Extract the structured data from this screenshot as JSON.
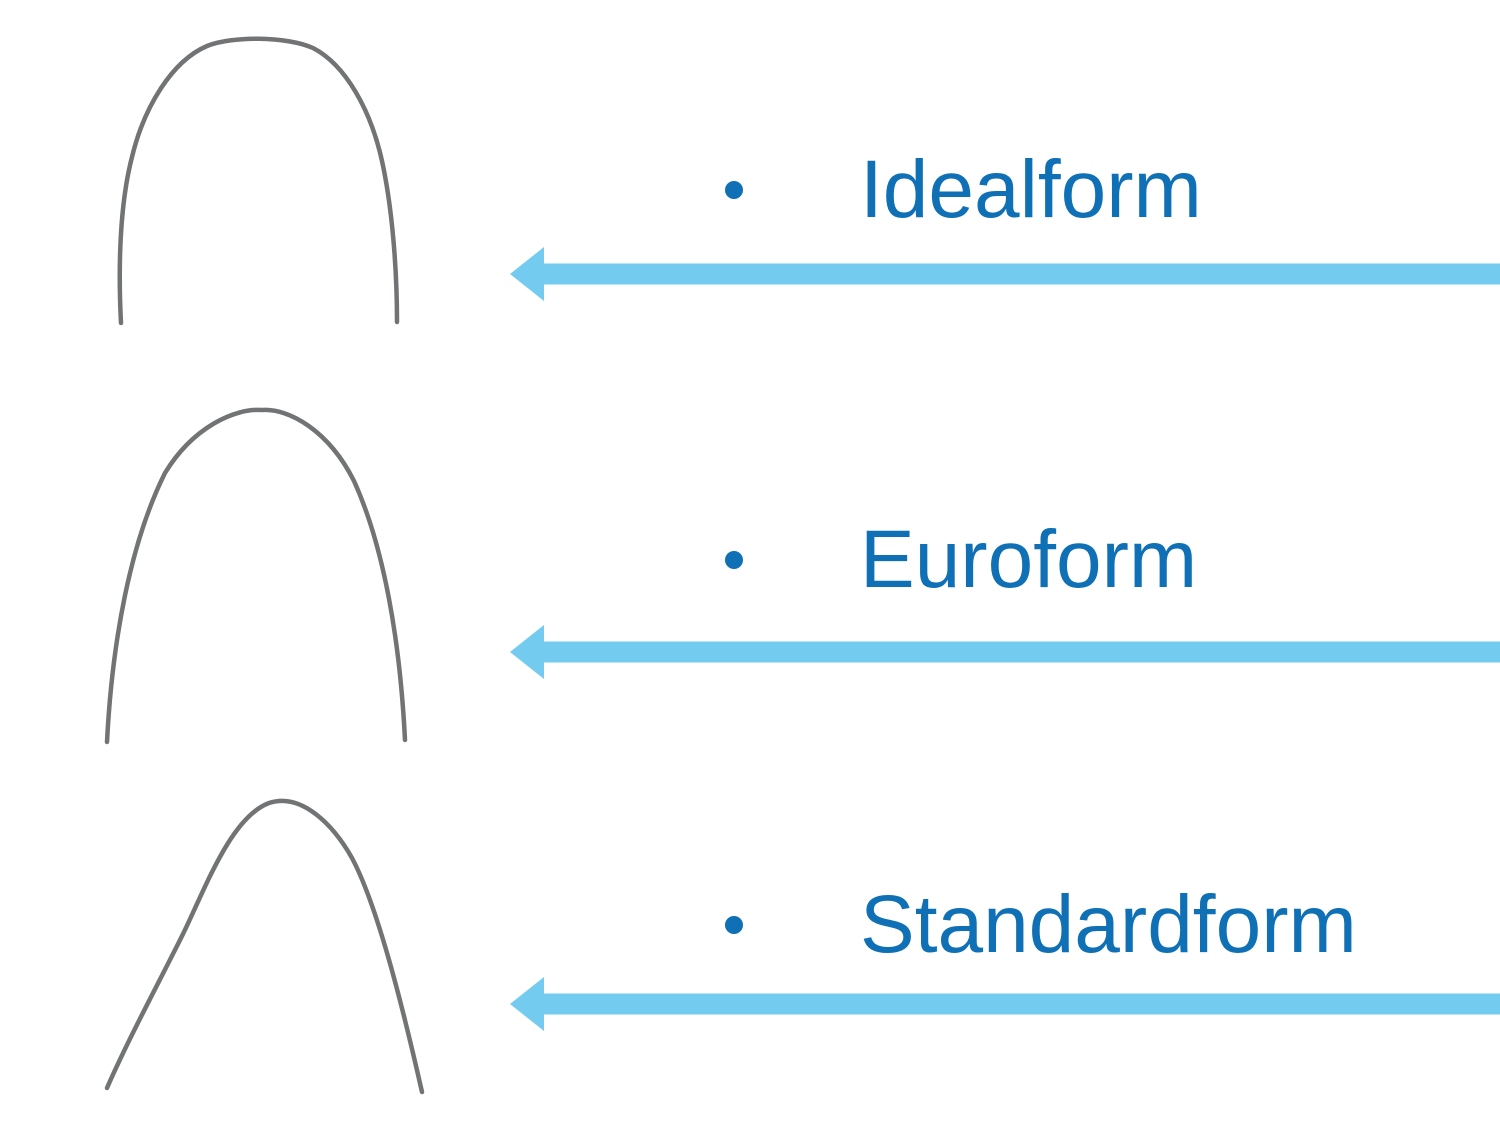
{
  "slide": {
    "background": "#ffffff",
    "description": "Three orthodontic archwire form drawings, each labeled with a bullet item and a left-pointing arrow"
  },
  "colors": {
    "label_blue": "#0f70b5",
    "arrow_blue": "#74cbf0",
    "wire_gray": "#717375"
  },
  "items": [
    {
      "label": "Idealform",
      "shape": "idealform-archwire",
      "arrow_direction": "left"
    },
    {
      "label": "Euroform",
      "shape": "euroform-archwire",
      "arrow_direction": "left"
    },
    {
      "label": "Standardform",
      "shape": "standardform-archwire",
      "arrow_direction": "left"
    }
  ]
}
